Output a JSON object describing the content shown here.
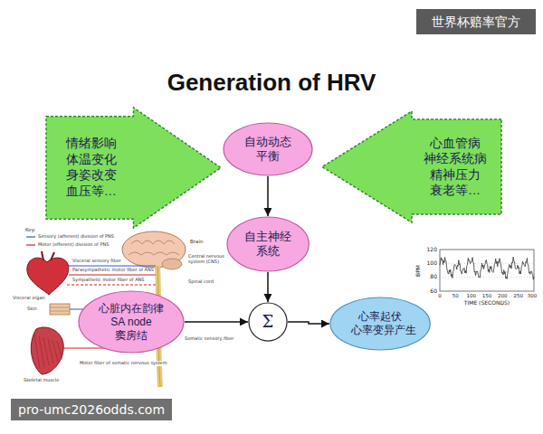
{
  "diagram": {
    "title": "Generation of HRV",
    "nodes": [
      {
        "text": [
          "情绪影响 体温变化 身姿改变 血压等…"
        ]
      },
      {
        "text": [
          "自动动态 平衡"
        ]
      },
      {
        "text": [
          "心血管病 神经系统病 精神压力 衰老等…"
        ]
      },
      {
        "text": [
          "自主神经 系统"
        ]
      },
      {
        "text": [
          "心脏内在韵律 SA node 窦房结"
        ]
      },
      {
        "text": [
          "Σ"
        ]
      },
      {
        "text": [
          "心率起伏 心率变异产生"
        ]
      }
    ],
    "edges": [
      {
        "from": 1,
        "to": 3,
        "arrow": "to"
      },
      {
        "from": 3,
        "to": 5,
        "arrow": "to"
      },
      {
        "from": 4,
        "to": 5,
        "arrow": "to"
      },
      {
        "from": 5,
        "to": 6,
        "arrow": "to"
      }
    ],
    "labels": [
      "世界杯赔率官方",
      "pro-umc2026odds.com",
      "Key:",
      "Sensory (afferent) division of PNS",
      "Motor (efferent) division of PNS",
      "Brain",
      "Central nervous system (CNS)",
      "Visceral sensory fiber",
      "Parasympathetic motor fiber of ANS",
      "Sympathetic motor fiber of ANS",
      "Spinal cord",
      "Visceral organ",
      "Skin",
      "Somatic sensory fiber",
      "Motor fiber of somatic nervous system",
      "Skeletal muscle",
      "BPM",
      "120",
      "100",
      "80",
      "60",
      "0",
      "50",
      "100",
      "150",
      "200",
      "250",
      "300",
      "TIME (SECONDS)"
    ]
  }
}
